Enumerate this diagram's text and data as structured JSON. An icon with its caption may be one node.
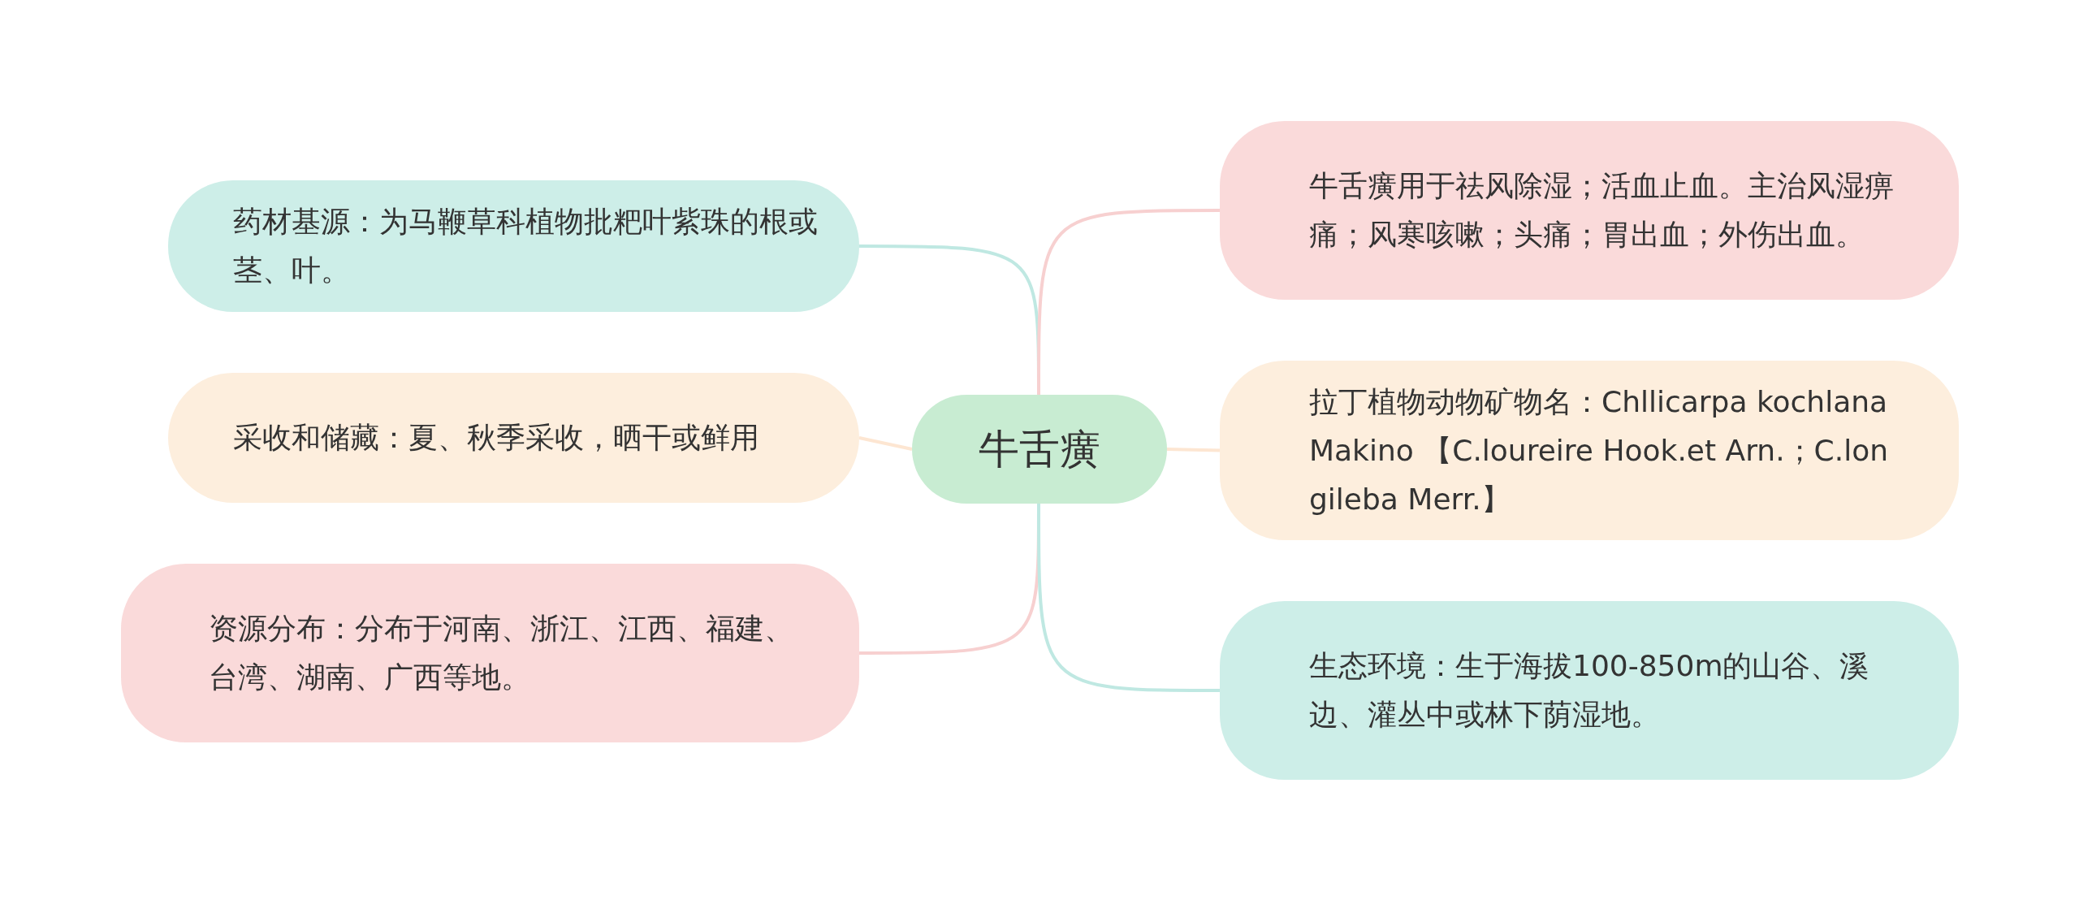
{
  "diagram": {
    "nodes": [
      {
        "text": [
          "牛舌癀"
        ]
      },
      {
        "text": [
          "药材基源：为马鞭草科植物批粑叶紫珠的根或茎、叶。"
        ]
      },
      {
        "text": [
          "采收和储藏：夏、秋季采收，晒干或鲜用"
        ]
      },
      {
        "text": [
          "资源分布：分布于河南、浙江、江西、福建、台湾、湖南、广西等地。"
        ]
      },
      {
        "text": [
          "牛舌癀用于祛风除湿；活血止血。主治风湿痹痛；风寒咳嗽；头痛；胃出血；外伤出血。"
        ]
      },
      {
        "text": [
          "拉丁植物动物矿物名：Chllicarpa kochlana Makino 【C.loureire Hook.et Arn.；C.longileba Merr.】"
        ]
      },
      {
        "text": [
          "生态环境：生于海拔100-850m的山谷、溪边、灌丛中或林下荫湿地。"
        ]
      }
    ],
    "edges": [
      {
        "from": 0,
        "to": 1,
        "arrow": "none",
        "color": "#bfe8e2"
      },
      {
        "from": 0,
        "to": 2,
        "arrow": "none",
        "color": "#fde6d2"
      },
      {
        "from": 0,
        "to": 3,
        "arrow": "none",
        "color": "#f7d0d0"
      },
      {
        "from": 0,
        "to": 4,
        "arrow": "none",
        "color": "#f7d0d0"
      },
      {
        "from": 0,
        "to": 5,
        "arrow": "none",
        "color": "#fde6d2"
      },
      {
        "from": 0,
        "to": 6,
        "arrow": "none",
        "color": "#bfe8e2"
      }
    ]
  }
}
